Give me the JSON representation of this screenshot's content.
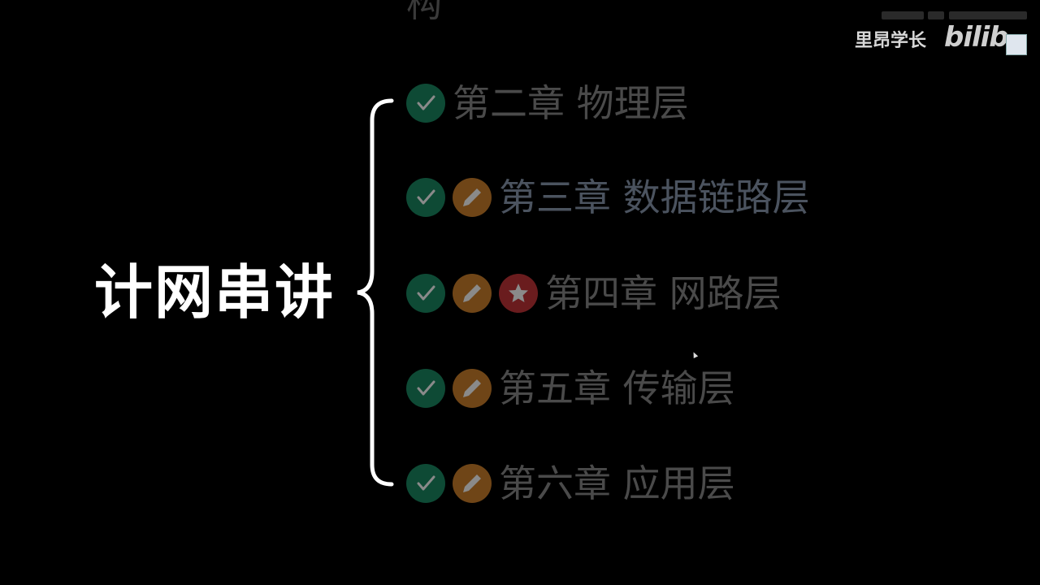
{
  "slide": {
    "title": "计网串讲",
    "cut_off_text": "构",
    "colors": {
      "check": "#0e4a35",
      "pencil": "#6f4517",
      "star": "#6a1c1e",
      "text": "#4a4a4a",
      "highlight_text": "#4b535f"
    },
    "items": [
      {
        "label": "第二章 物理层",
        "icons": [
          "check-icon"
        ]
      },
      {
        "label": "第三章 数据链路层",
        "icons": [
          "check-icon",
          "pencil-icon"
        ]
      },
      {
        "label": "第四章 网路层",
        "icons": [
          "check-icon",
          "pencil-icon",
          "star-icon"
        ]
      },
      {
        "label": "第五章 传输层",
        "icons": [
          "check-icon",
          "pencil-icon"
        ]
      },
      {
        "label": "第六章 应用层",
        "icons": [
          "check-icon",
          "pencil-icon"
        ]
      }
    ]
  },
  "watermark": {
    "uploader": "里昂学长",
    "logo": "bilibili"
  }
}
